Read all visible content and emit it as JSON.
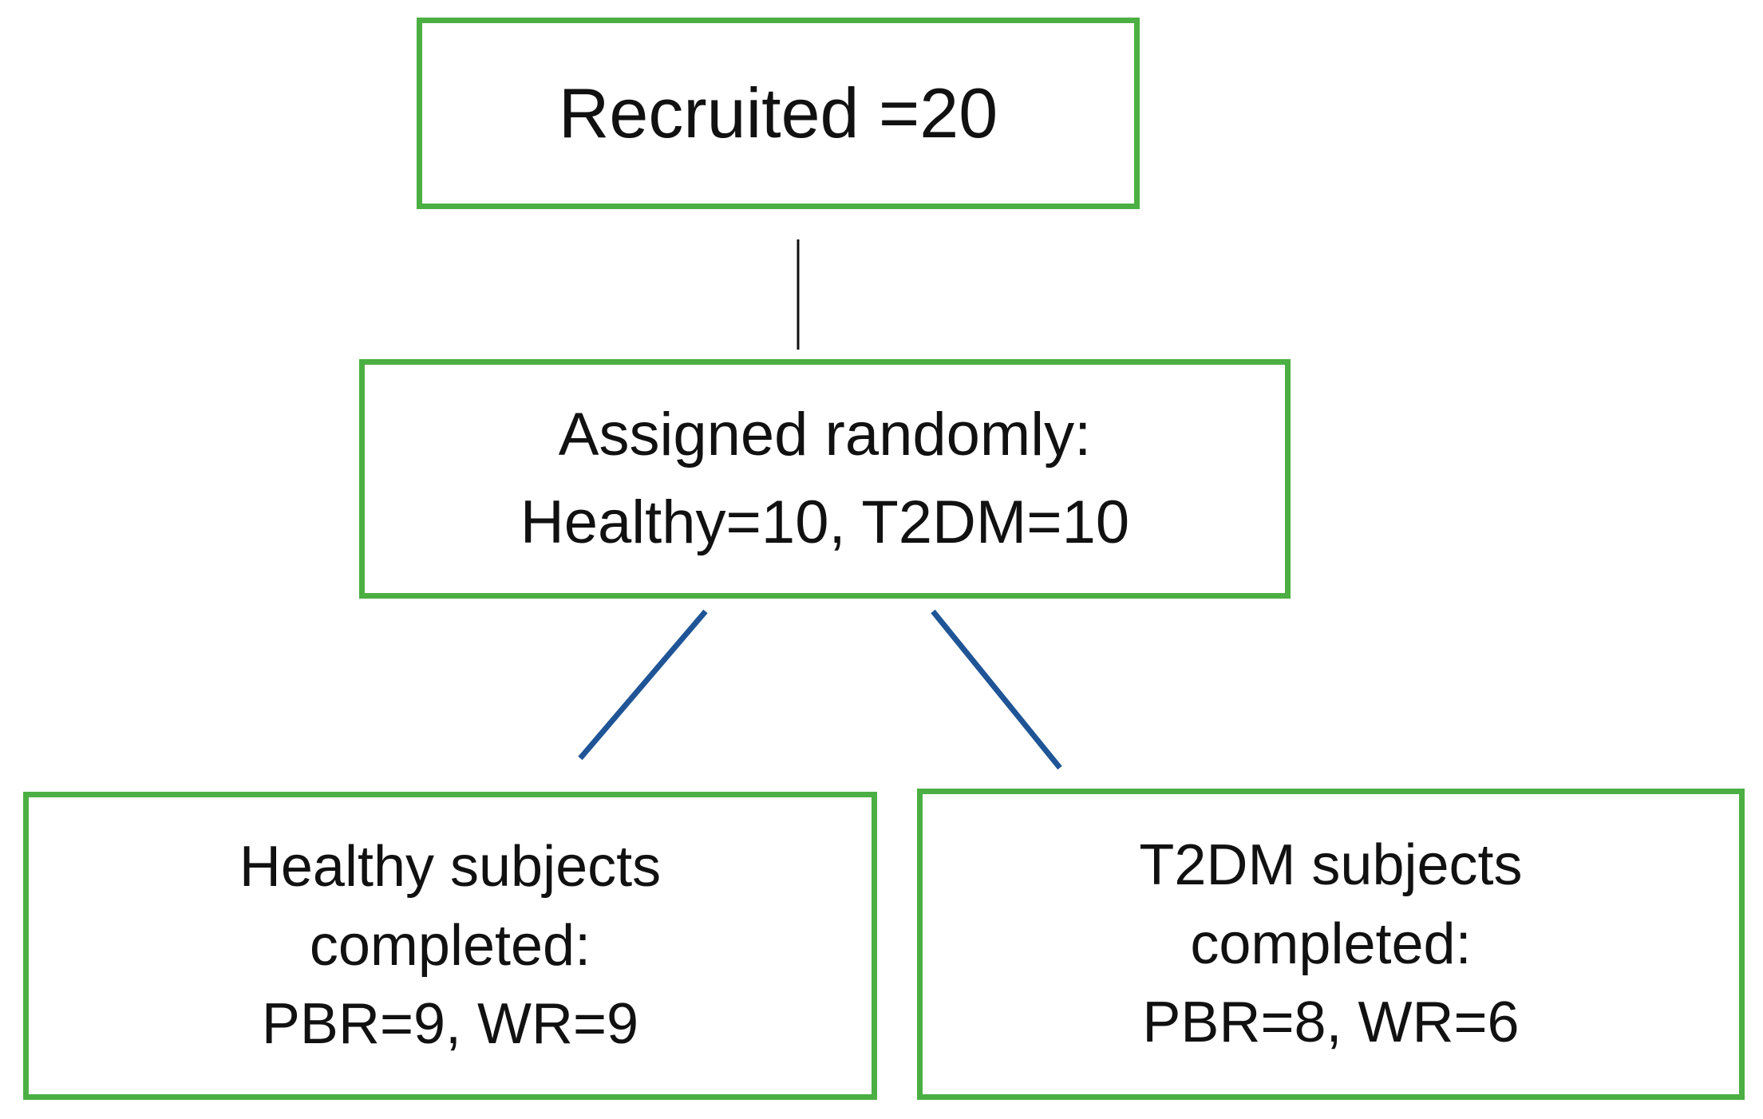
{
  "nodes": {
    "recruited": {
      "lines": [
        "Recruited =20"
      ]
    },
    "assigned": {
      "lines": [
        "Assigned randomly:",
        "Healthy=10, T2DM=10"
      ]
    },
    "healthy": {
      "lines": [
        "Healthy subjects",
        "completed:",
        "PBR=9, WR=9"
      ]
    },
    "t2dm": {
      "lines": [
        "T2DM subjects",
        "completed:",
        "PBR=8, WR=6"
      ]
    }
  },
  "colors": {
    "box_border": "#4caf43",
    "top_connector": "#111111",
    "branch_connector": "#1f5596",
    "text": "#111111"
  }
}
